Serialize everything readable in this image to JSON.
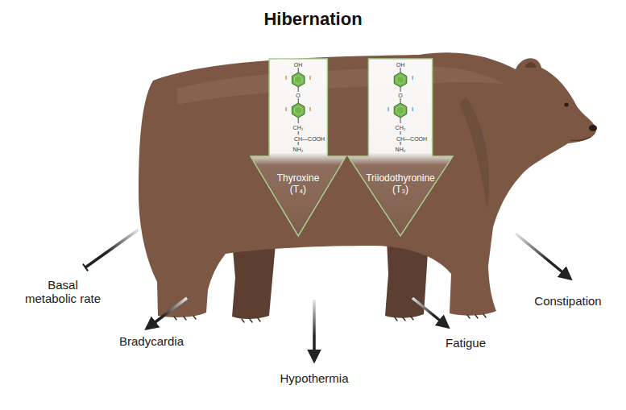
{
  "diagram": {
    "title": "Hibernation",
    "nodes": [
      {
        "text": [
          "OH",
          "I",
          "I",
          "O",
          "I",
          "I",
          "CH₂",
          "CH—COOH",
          "NH₂",
          "Thyroxine (T₄)"
        ]
      },
      {
        "text": [
          "OH",
          "I",
          "O",
          "I",
          "I",
          "CH₂",
          "CH—COOH",
          "NH₂",
          "Triiodothyronine (T₃)"
        ]
      }
    ],
    "labels": [
      "Basal metabolic rate",
      "Bradycardia",
      "Hypothermia",
      "Fatigue",
      "Constipation"
    ]
  }
}
